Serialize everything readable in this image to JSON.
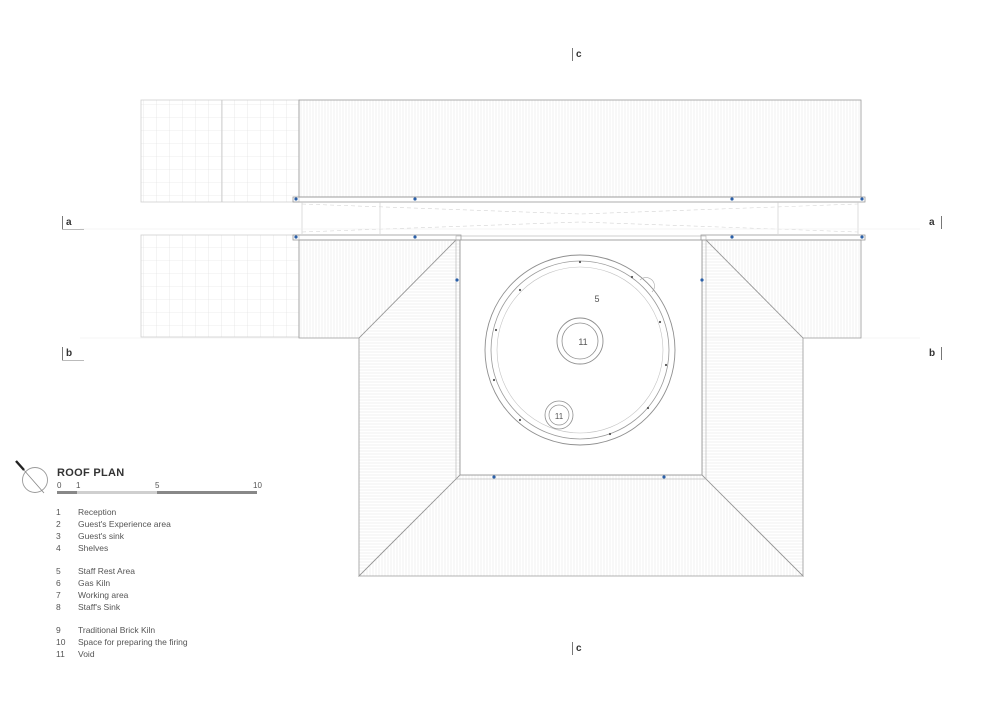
{
  "section_markers": {
    "c_top": "c",
    "a_left": "a",
    "a_right": "a",
    "b_left": "b",
    "b_right": "b",
    "c_bottom": "c"
  },
  "room_labels": {
    "staff_rest": "5",
    "void_large": "11",
    "void_small": "11"
  },
  "legend": {
    "title": "ROOF PLAN",
    "north_icon": "north-arrow-icon",
    "scale_ticks": [
      "0",
      "1",
      "5",
      "10"
    ],
    "groups": [
      [
        {
          "num": "1",
          "label": "Reception"
        },
        {
          "num": "2",
          "label": "Guest's Experience area"
        },
        {
          "num": "3",
          "label": "Guest's sink"
        },
        {
          "num": "4",
          "label": "Shelves"
        }
      ],
      [
        {
          "num": "5",
          "label": "Staff Rest Area"
        },
        {
          "num": "6",
          "label": "Gas Kiln"
        },
        {
          "num": "7",
          "label": "Working area"
        },
        {
          "num": "8",
          "label": "Staff's Sink"
        }
      ],
      [
        {
          "num": "9",
          "label": "Traditional Brick Kiln"
        },
        {
          "num": "10",
          "label": "Space for preparing the firing"
        },
        {
          "num": "11",
          "label": "Void"
        }
      ]
    ]
  },
  "colors": {
    "line": "#9a9a9a",
    "hatch": "#e3e3e3",
    "accent_dot": "#2a5fa8",
    "scale_dark": "#888888",
    "scale_light": "#cfcfcf"
  }
}
